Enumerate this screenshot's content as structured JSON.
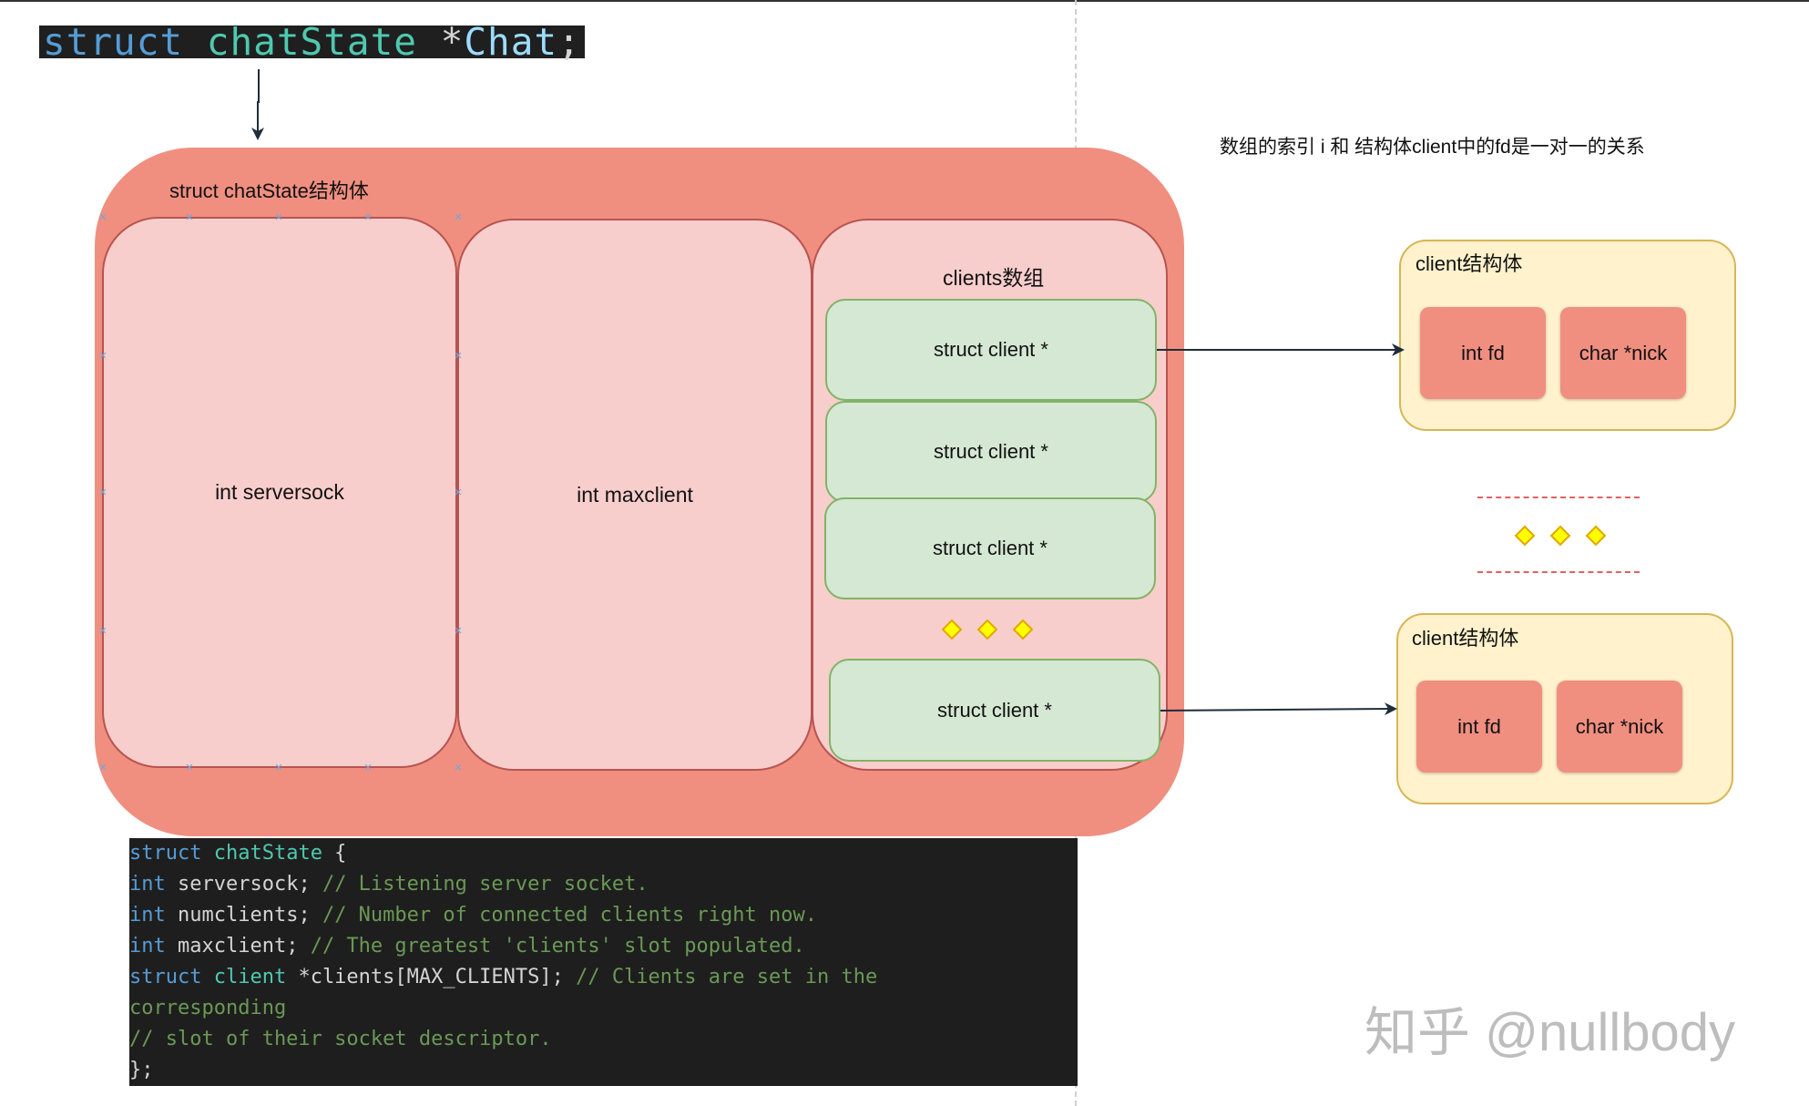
{
  "top_code": {
    "kw": "struct",
    "type": "chatState",
    "star": "*",
    "var": "Chat",
    "semi": ";"
  },
  "outer_title": "struct chatState结构体",
  "fields": {
    "serversock": "int serversock",
    "maxclient": "int maxclient",
    "clients_label": "clients数组"
  },
  "client_ptrs": [
    "struct client *",
    "struct client *",
    "struct client *",
    "struct client *"
  ],
  "right_note": "数组的索引 i 和 结构体client中的fd是一对一的关系",
  "client_structs": [
    {
      "title": "client结构体",
      "fd": "int fd",
      "nick": "char *nick"
    },
    {
      "title": "client结构体",
      "fd": "int fd",
      "nick": "char *nick"
    }
  ],
  "code_lines": [
    {
      "kw": "struct",
      "type": " chatState",
      "rest": " {",
      "comment": ""
    },
    {
      "kw": "int",
      "type": "",
      "rest": " serversock;",
      "comment": " // Listening server socket."
    },
    {
      "kw": "int",
      "type": "",
      "rest": " numclients;",
      "comment": " // Number of connected clients right now."
    },
    {
      "kw": "int",
      "type": "",
      "rest": " maxclient;",
      "comment": " // The greatest 'clients' slot populated."
    },
    {
      "kw": "struct",
      "type": " client",
      "rest": " *clients[MAX_CLIENTS];",
      "comment": " // Clients are set in the"
    },
    {
      "kw": "",
      "type": "",
      "rest": "",
      "comment": "corresponding"
    },
    {
      "kw": "",
      "type": "",
      "rest": "",
      "comment": "// slot of their socket descriptor."
    },
    {
      "kw": "",
      "type": "",
      "rest": "};",
      "comment": ""
    }
  ],
  "watermark": "知乎 @nullbody",
  "colors": {
    "outer": "#f08f80",
    "inner": "#f8cecc",
    "green": "#d5e8d4",
    "client_box": "#fff2cc",
    "field_box": "#f08f80",
    "diamond": "#ffff00"
  }
}
